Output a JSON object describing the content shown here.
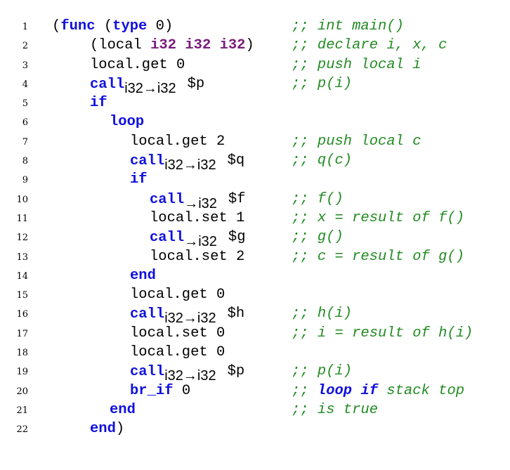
{
  "lines": [
    {
      "n": "1",
      "code": "(func (type 0)",
      "comment": ";; int main()"
    },
    {
      "n": "2",
      "code": "(local i32 i32 i32)",
      "comment": ";; declare i, x, c"
    },
    {
      "n": "3",
      "code": "local.get 0",
      "comment": ";; push local i"
    },
    {
      "n": "4",
      "kw": "call",
      "sub": "i32→i32",
      "label": "$p",
      "comment": ";; p(i)"
    },
    {
      "n": "5",
      "code": "if",
      "comment": ""
    },
    {
      "n": "6",
      "code": "loop",
      "comment": ""
    },
    {
      "n": "7",
      "code": "local.get 2",
      "comment": ";; push local c"
    },
    {
      "n": "8",
      "kw": "call",
      "sub": "i32→i32",
      "label": "$q",
      "comment": ";; q(c)"
    },
    {
      "n": "9",
      "code": "if",
      "comment": ""
    },
    {
      "n": "10",
      "kw": "call",
      "sub": "→i32",
      "label": "$f",
      "comment": ";; f()"
    },
    {
      "n": "11",
      "code": "local.set 1",
      "comment": ";; x = result of f()"
    },
    {
      "n": "12",
      "kw": "call",
      "sub": "→i32",
      "label": "$g",
      "comment": ";; g()"
    },
    {
      "n": "13",
      "code": "local.set 2",
      "comment": ";; c = result of g()"
    },
    {
      "n": "14",
      "code": "end",
      "comment": ""
    },
    {
      "n": "15",
      "code": "local.get 0",
      "comment": ""
    },
    {
      "n": "16",
      "kw": "call",
      "sub": "i32→i32",
      "label": "$h",
      "comment": ";; h(i)"
    },
    {
      "n": "17",
      "code": "local.set 0",
      "comment": ";; i = result of h(i)"
    },
    {
      "n": "18",
      "code": "local.get 0",
      "comment": ""
    },
    {
      "n": "19",
      "kw": "call",
      "sub": "i32→i32",
      "label": "$p",
      "comment": ";; p(i)"
    },
    {
      "n": "20",
      "code": "br_if 0",
      "comment": ";; loop if stack top"
    },
    {
      "n": "21",
      "code": "end",
      "comment": ";; is true"
    },
    {
      "n": "22",
      "code": "end)",
      "comment": ""
    }
  ]
}
